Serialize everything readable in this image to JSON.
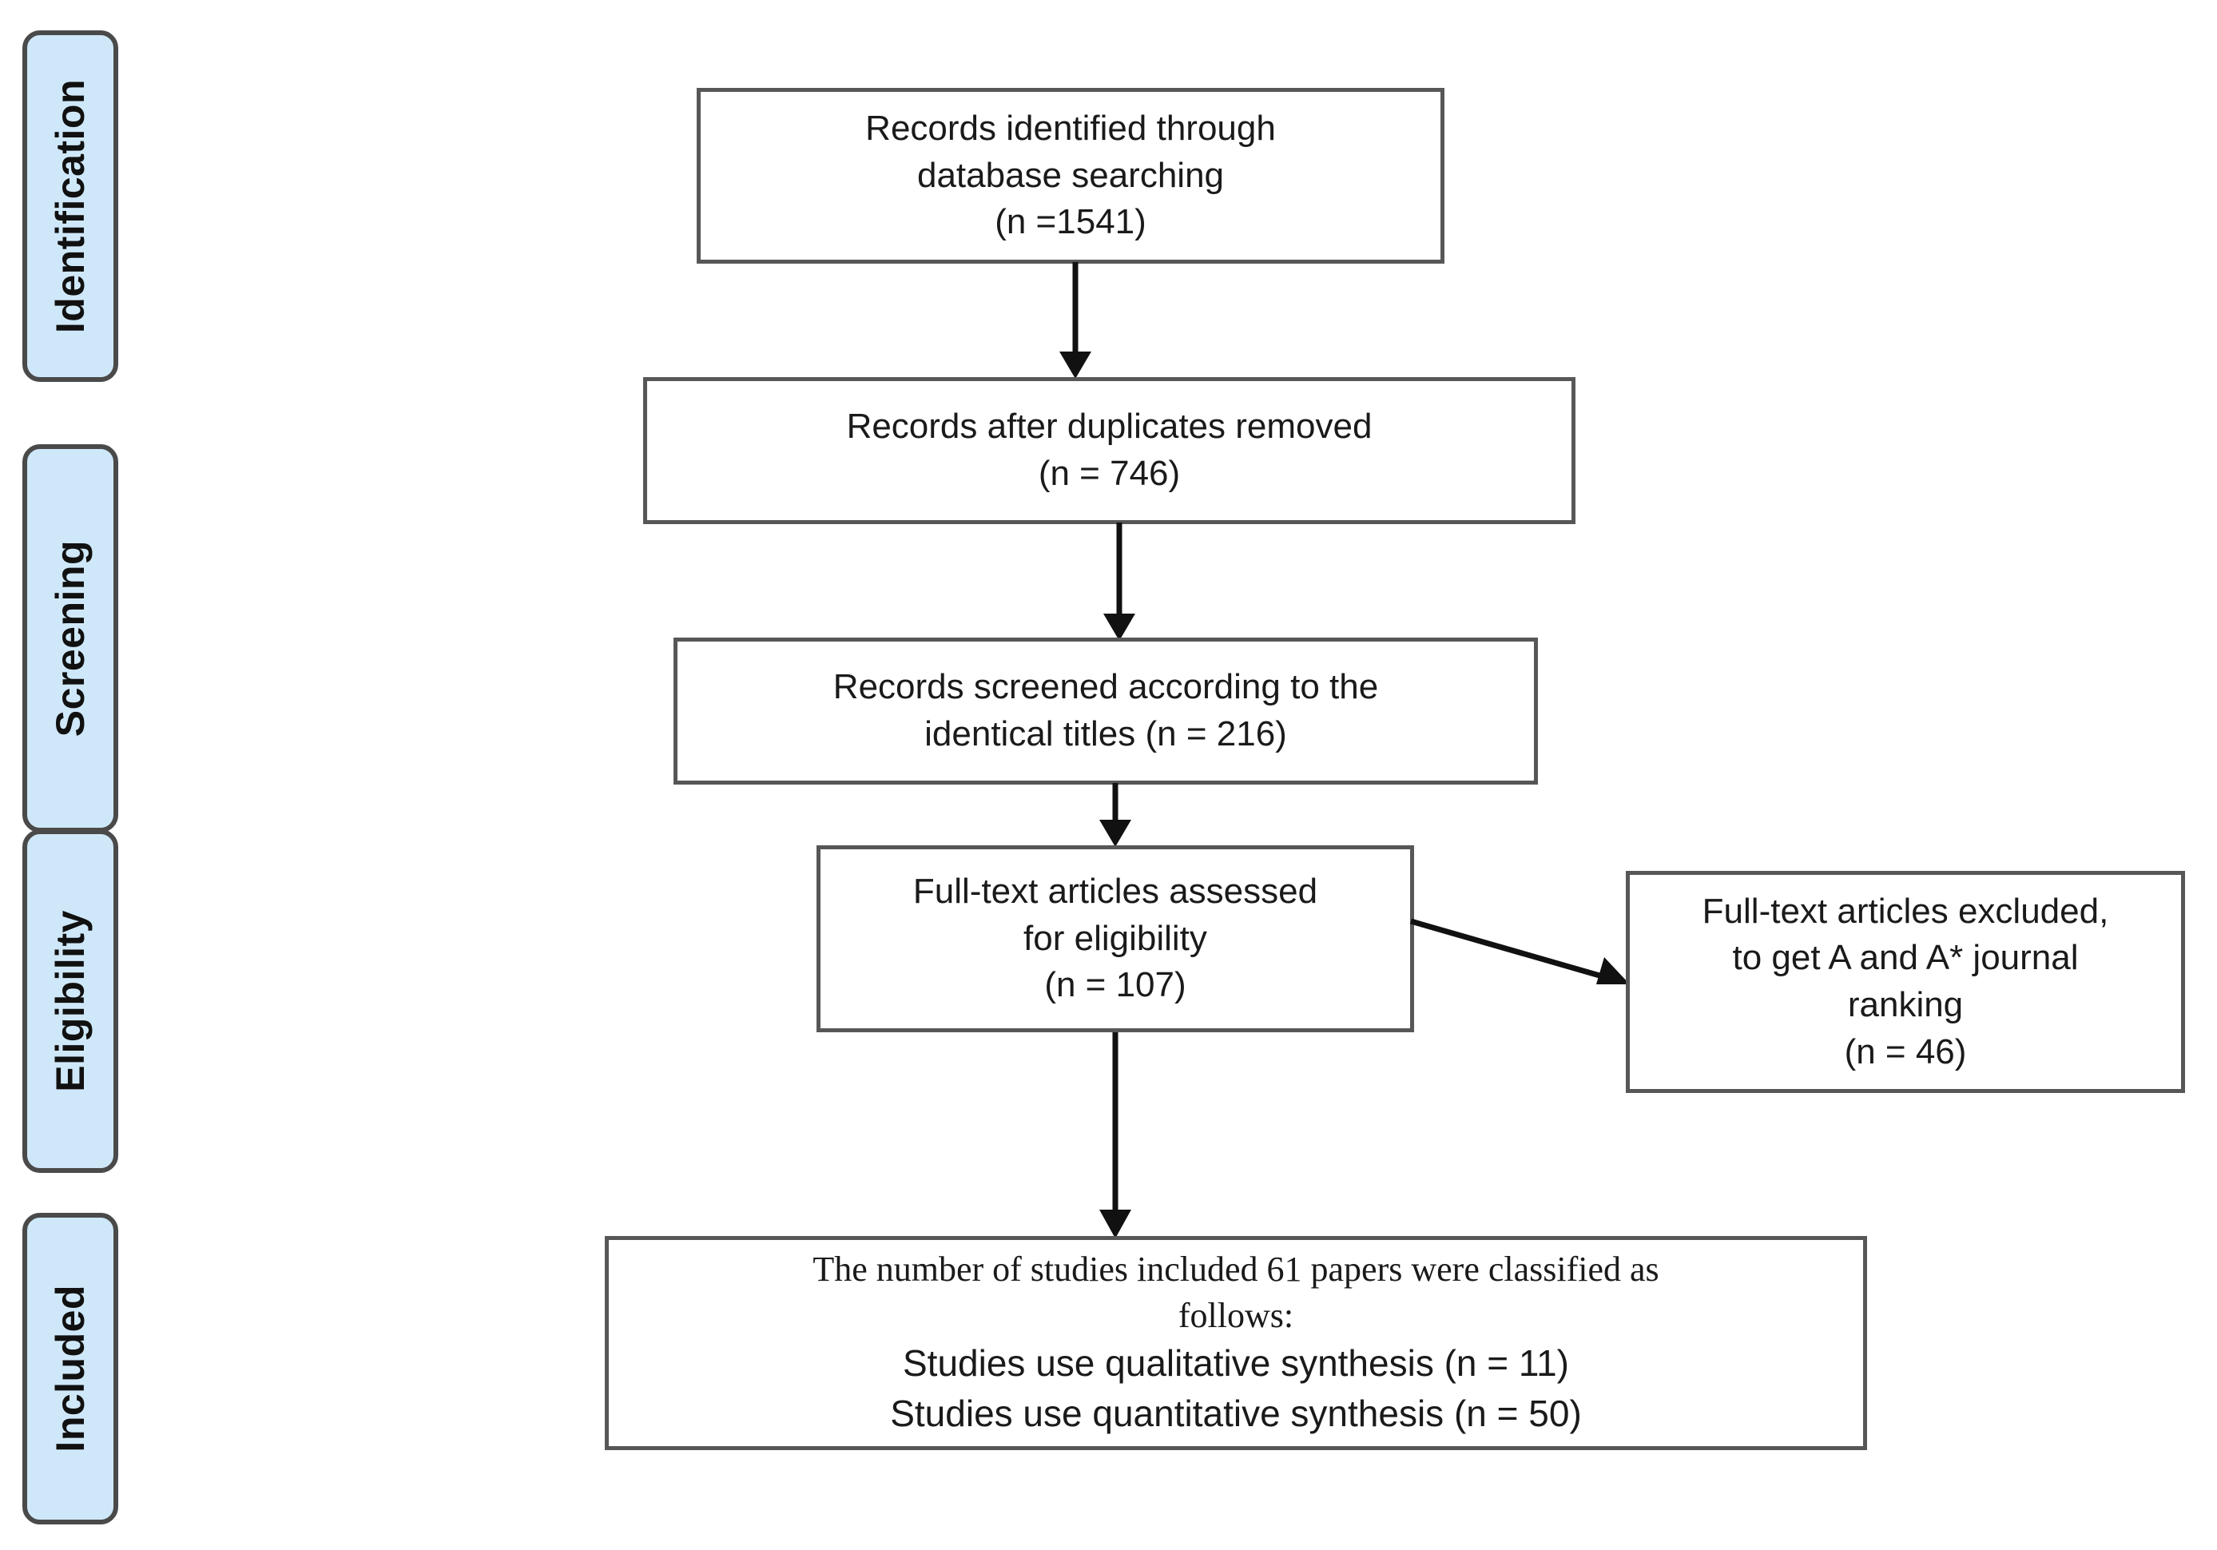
{
  "diagram": {
    "type": "prisma-flow-diagram",
    "accent_box_fill": "#cfe8f9",
    "accent_box_border": "#4a4a4a",
    "flow_box_border": "#575757",
    "background": "#ffffff",
    "stages": [
      {
        "id": "identification",
        "label": "Identification"
      },
      {
        "id": "screening",
        "label": "Screening"
      },
      {
        "id": "eligibility",
        "label": "Eligibility"
      },
      {
        "id": "included",
        "label": "Included"
      }
    ],
    "boxes": [
      {
        "id": "records-identified",
        "lines": [
          "Records identified through",
          "database searching",
          "(n =1541)"
        ],
        "n": 1541
      },
      {
        "id": "records-after-duplicates",
        "lines": [
          "Records after duplicates removed",
          "(n = 746)"
        ],
        "n": 746
      },
      {
        "id": "records-screened",
        "lines": [
          "Records screened according to the",
          "identical titles (n = 216)"
        ],
        "n": 216
      },
      {
        "id": "full-text-assessed",
        "lines": [
          "Full-text articles assessed",
          "for eligibility",
          "(n = 107)"
        ],
        "n": 107
      },
      {
        "id": "full-text-excluded",
        "lines": [
          "Full-text articles excluded,",
          "to get A and A* journal",
          "ranking",
          "(n = 46)"
        ],
        "n": 46
      }
    ],
    "included_box": {
      "id": "studies-included",
      "head_lines": [
        "The number of studies included 61 papers were classified as",
        "follows:"
      ],
      "body_lines": [
        "Studies use qualitative synthesis (n = 11)",
        "Studies use quantitative synthesis (n = 50)"
      ],
      "total_included": 61,
      "qualitative_n": 11,
      "quantitative_n": 50
    },
    "connectors": [
      {
        "id": "arrow-identified-to-deduped",
        "from": "records-identified",
        "to": "records-after-duplicates",
        "direction": "down"
      },
      {
        "id": "arrow-deduped-to-screened",
        "from": "records-after-duplicates",
        "to": "records-screened",
        "direction": "down"
      },
      {
        "id": "arrow-screened-to-fulltext",
        "from": "records-screened",
        "to": "full-text-assessed",
        "direction": "down"
      },
      {
        "id": "arrow-fulltext-to-excluded",
        "from": "full-text-assessed",
        "to": "full-text-excluded",
        "direction": "diagonal-right"
      },
      {
        "id": "arrow-fulltext-to-included",
        "from": "full-text-assessed",
        "to": "studies-included",
        "direction": "down"
      }
    ]
  }
}
